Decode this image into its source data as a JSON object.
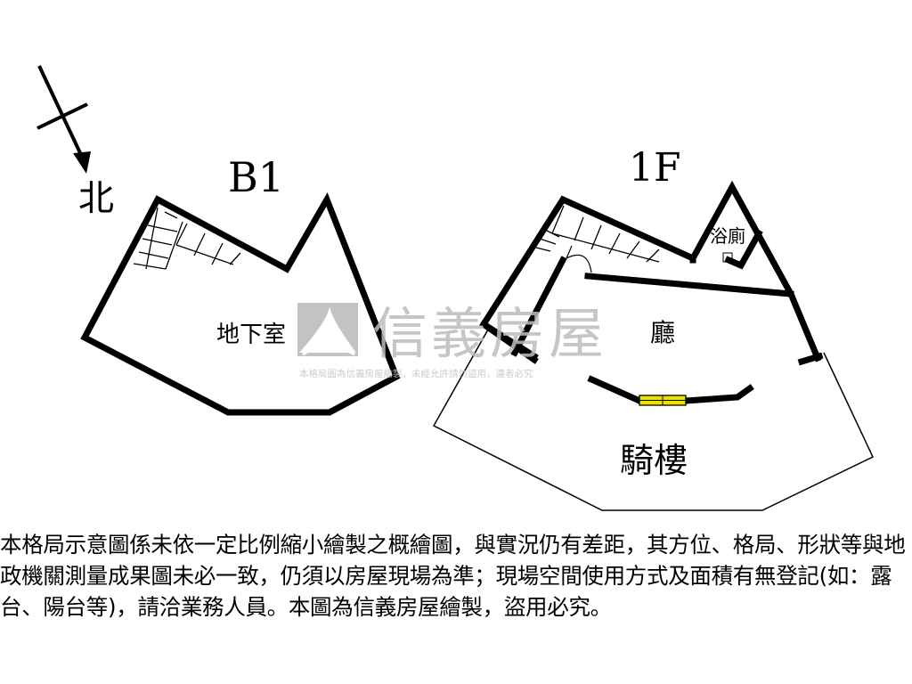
{
  "compass": {
    "north_label": "北"
  },
  "floors": {
    "b1": {
      "title": "B1",
      "room": "地下室"
    },
    "f1": {
      "title": "1F",
      "bathroom": "浴廁",
      "hall": "廳",
      "arcade": "騎樓"
    }
  },
  "watermark": {
    "brand": "信義房屋",
    "notice": "本格局圖為信義房屋繪製，未經允許請勿盜用，違者必究"
  },
  "disclaimer": "本格局示意圖係未依一定比例縮小繪製之概繪圖，與實況仍有差距，其方位、格局、形狀等與地政機關測量成果圖未必一致，仍須以房屋現場為準；現場空間使用方式及面積有無登記(如：露台、陽台等)，請洽業務人員。本圖為信義房屋繪製，盜用必究。",
  "colors": {
    "wall": "#000000",
    "window": "#f0e000",
    "watermark": "#bdbdbd"
  }
}
